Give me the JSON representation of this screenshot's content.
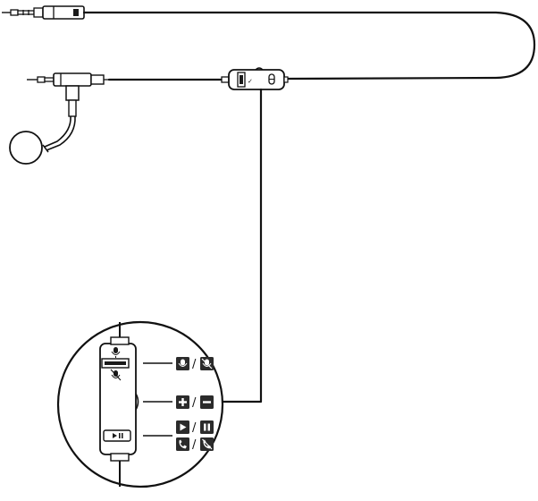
{
  "diagram": {
    "labels": {
      "slash": "/"
    },
    "callouts": [
      {
        "id": "mute",
        "icons": [
          "mic-on-icon",
          "mic-muted-icon"
        ]
      },
      {
        "id": "volume",
        "icons": [
          "volume-plus-icon",
          "volume-minus-icon"
        ]
      },
      {
        "id": "media",
        "icons": [
          "play-icon",
          "pause-icon"
        ]
      },
      {
        "id": "call",
        "icons": [
          "call-answer-icon",
          "call-end-icon"
        ]
      }
    ],
    "colors": {
      "line": "#111111",
      "icon_fill": "#2b2b2b",
      "background": "#ffffff"
    }
  }
}
